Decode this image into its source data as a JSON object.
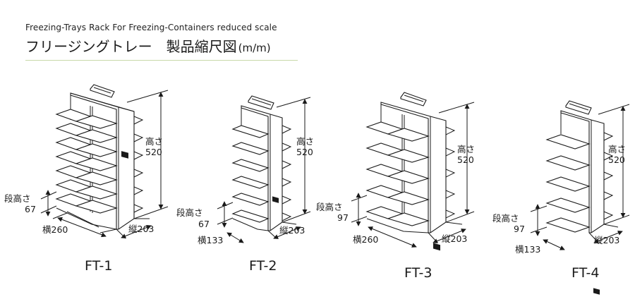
{
  "header": {
    "subtitle": "Freezing-Trays Rack For Freezing-Containers  reduced scale",
    "title": "フリージングトレー　製品縮尺図",
    "unit": "(m/m)"
  },
  "products": [
    {
      "name": "FT-1",
      "height_label": "高さ",
      "height_value": "520",
      "step_label": "段高さ",
      "step_value": "67",
      "width_label": "横260",
      "depth_label": "縦203"
    },
    {
      "name": "FT-2",
      "height_label": "高さ",
      "height_value": "520",
      "step_label": "段高さ",
      "step_value": "67",
      "width_label": "横133",
      "depth_label": "縦203"
    },
    {
      "name": "FT-3",
      "height_label": "高さ",
      "height_value": "520",
      "step_label": "段高さ",
      "step_value": "97",
      "width_label": "横260",
      "depth_label": "縦203"
    },
    {
      "name": "FT-4",
      "height_label": "高さ",
      "height_value": "520",
      "step_label": "段高さ",
      "step_value": "97",
      "width_label": "横133",
      "depth_label": "縦203"
    }
  ]
}
